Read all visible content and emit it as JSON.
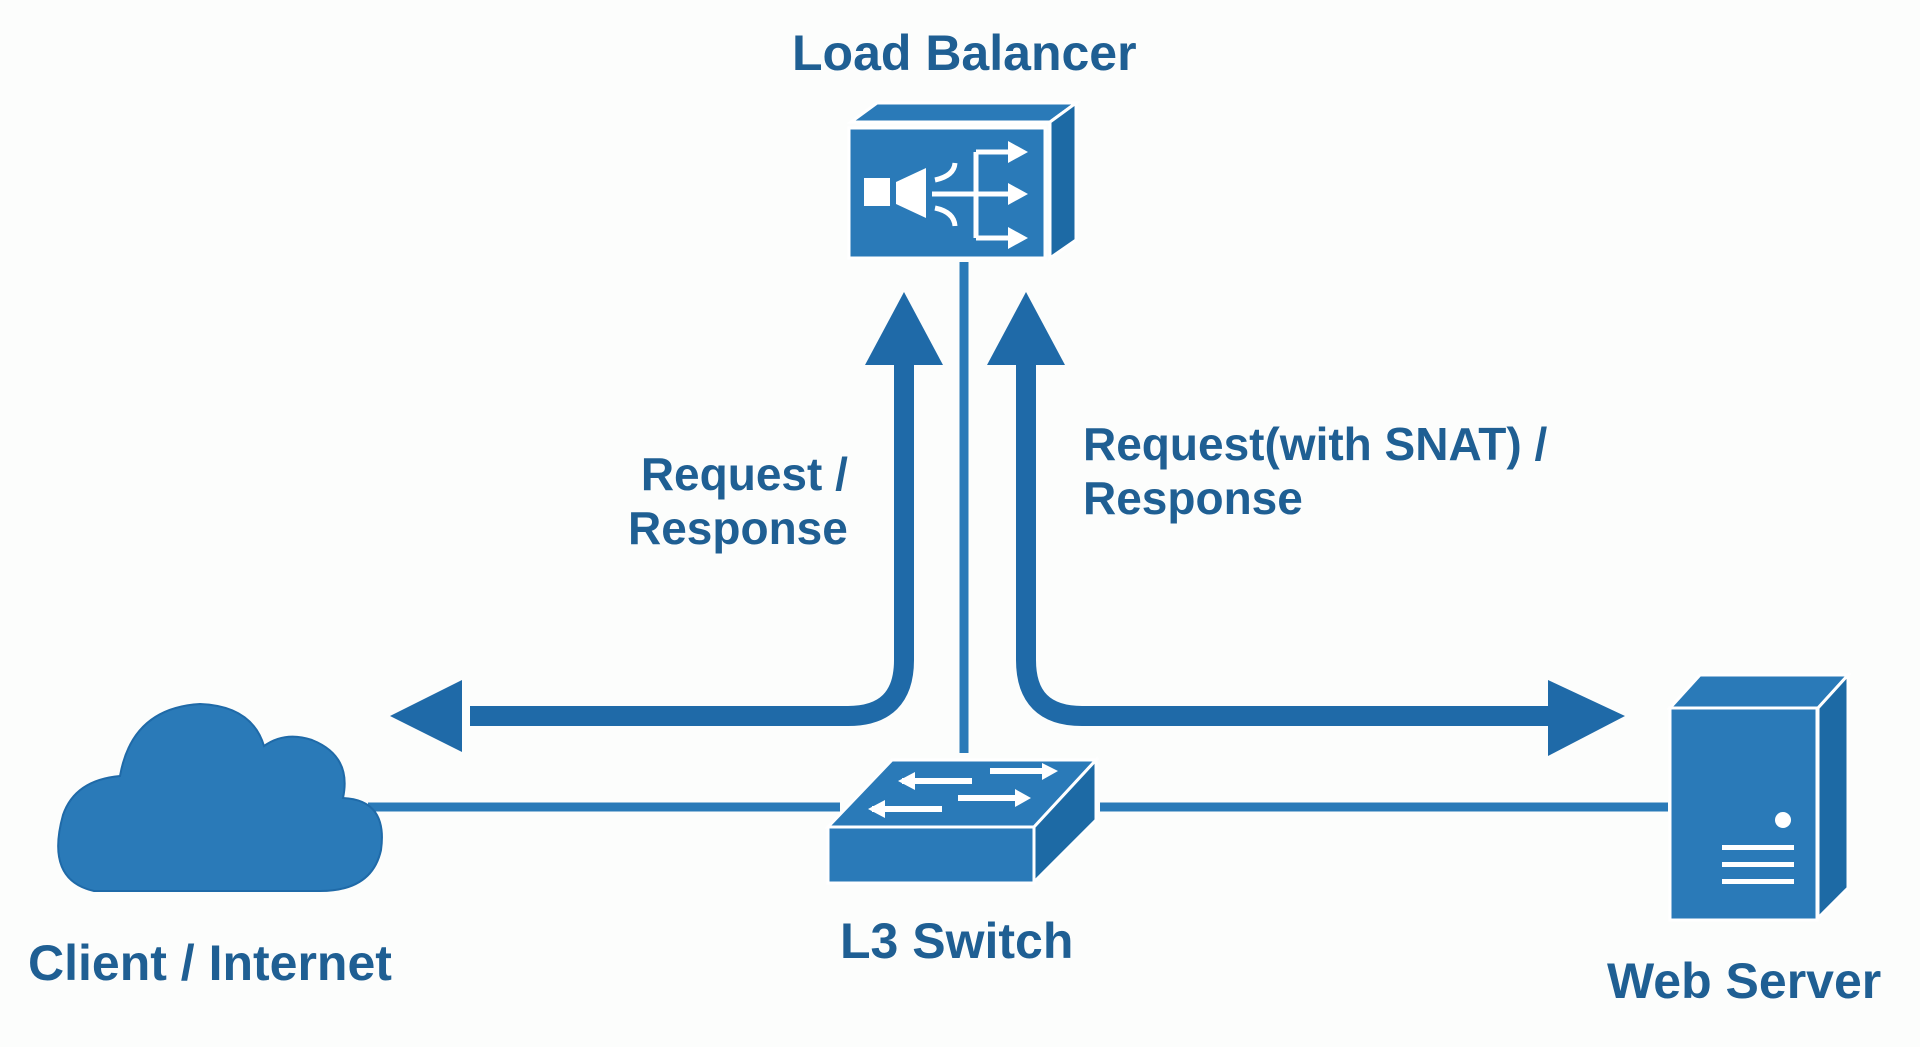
{
  "diagram": {
    "title": "Load Balancer SNAT traffic flow",
    "colors": {
      "primary": "#2a7ab8",
      "dark": "#1f5f93",
      "side": "#1d6aa5",
      "background": "#fcfdfc",
      "glyph": "#ffffff"
    },
    "nodes": {
      "load_balancer": {
        "label": "Load Balancer",
        "icon": "load-balancer-icon"
      },
      "client": {
        "label": "Client / Internet",
        "icon": "cloud-icon"
      },
      "switch": {
        "label": "L3 Switch",
        "icon": "switch-icon"
      },
      "server": {
        "label": "Web Server",
        "icon": "server-icon"
      }
    },
    "flows": {
      "left": {
        "line1": "Request /",
        "line2": "Response",
        "from": "Client / Internet",
        "to": "Load Balancer",
        "direction": "bidirectional"
      },
      "right": {
        "line1": "Request(with SNAT) /",
        "line2": "Response",
        "from": "Load Balancer",
        "to": "Web Server",
        "direction": "bidirectional"
      }
    },
    "links": [
      {
        "from": "Client / Internet",
        "to": "L3 Switch"
      },
      {
        "from": "L3 Switch",
        "to": "Web Server"
      },
      {
        "from": "L3 Switch",
        "to": "Load Balancer"
      }
    ]
  }
}
